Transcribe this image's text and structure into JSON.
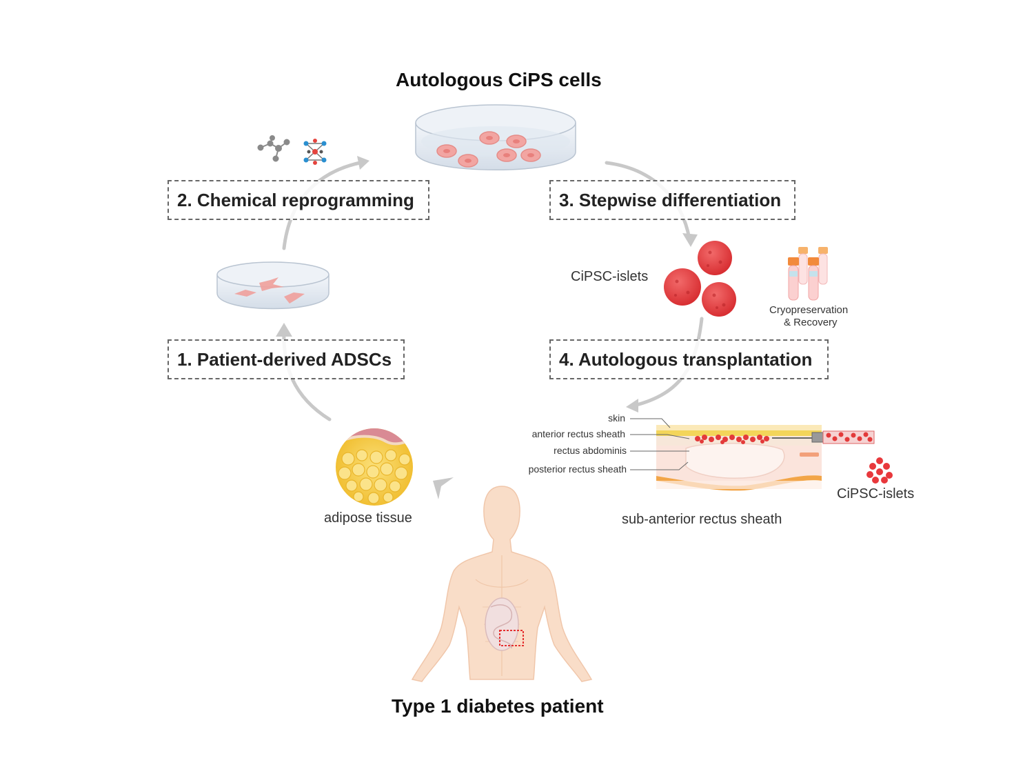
{
  "title_top": "Autologous CiPS cells",
  "title_bottom": "Type 1 diabetes patient",
  "steps": [
    {
      "label": "1. Patient-derived ADSCs"
    },
    {
      "label": "2. Chemical reprogramming"
    },
    {
      "label": "3. Stepwise differentiation"
    },
    {
      "label": "4. Autologous transplantation"
    }
  ],
  "labels": {
    "islets_upper": "CiPSC-islets",
    "cryo": [
      "Cryopreservation",
      "& Recovery"
    ],
    "adipose": "adipose tissue",
    "site": "sub-anterior rectus sheath",
    "islets_lower": "CiPSC-islets"
  },
  "layers": [
    "skin",
    "anterior rectus sheath",
    "rectus abdominis",
    "posterior rectus sheath"
  ],
  "icons": {
    "molecules": [
      "small-molecule-icon",
      "compound-network-icon"
    ],
    "dishes": [
      "cips-culture-dish-icon",
      "adsc-culture-dish-icon"
    ],
    "organoids": "islet-cluster-icon",
    "tubes": "cryovial-tubes-icon",
    "body": "human-torso-icon"
  },
  "colors": {
    "arrow": "#c8c8c8",
    "islet": "#e8383c",
    "adipose": "#f2c531",
    "skin_tone": "#f7d2b8",
    "highlight_box": "#e53030"
  }
}
